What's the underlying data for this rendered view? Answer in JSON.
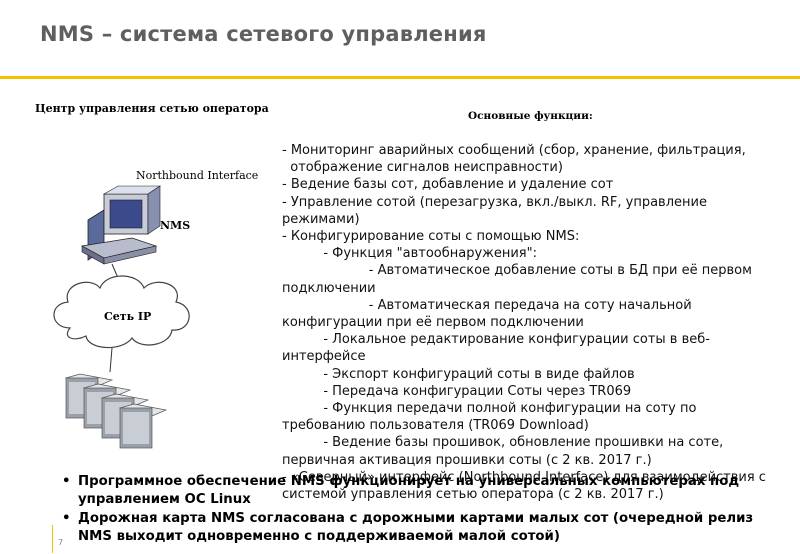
{
  "slide": {
    "title": "NMS – система сетевого управления",
    "left_heading": "Центр управления сетью оператора",
    "right_heading": "Основные функции:",
    "slide_number": "7"
  },
  "diagram": {
    "northbound_label": "Northbound Interface",
    "nms_label": "NMS",
    "cloud_label": "Сеть IP"
  },
  "functions": [
    "- Мониторинг аварийных сообщений (сбор, хранение, фильтрация,",
    "  отображение сигналов неисправности)",
    "- Ведение базы сот, добавление и удаление сот",
    "- Управление сотой (перезагрузка, вкл./выкл. RF, управление режимами)",
    "- Конфигурирование соты с помощью NMS:",
    "          - Функция \"автообнаружения\":",
    "                     - Автоматическое добавление соты в БД при её первом подключении",
    "                     - Автоматическая передача на соту начальной конфигурации при её первом подключении",
    "          - Локальное редактирование конфигурации соты в веб-интерфейсе",
    "          - Экспорт конфигураций соты в виде файлов",
    "          - Передача конфигурации Соты через TR069",
    "          - Функция передачи полной конфигурации на соту по требованию пользователя (TR069 Download)",
    "          - Ведение базы прошивок, обновление прошивки на соте, первичная активация прошивки соты (с 2 кв. 2017 г.)",
    "- «Северный» интерфейс (Northbound Interface) для взаимодействия с системой управления сетью оператора (с 2 кв. 2017 г.)"
  ],
  "bullets": [
    "Программное обеспечение NMS функционирует на универсальных компьютерах под управлением ОС Linux",
    "Дорожная карта NMS согласована с дорожными картами малых сот (очередной релиз NMS выходит одновременно с поддерживаемой малой сотой)"
  ]
}
